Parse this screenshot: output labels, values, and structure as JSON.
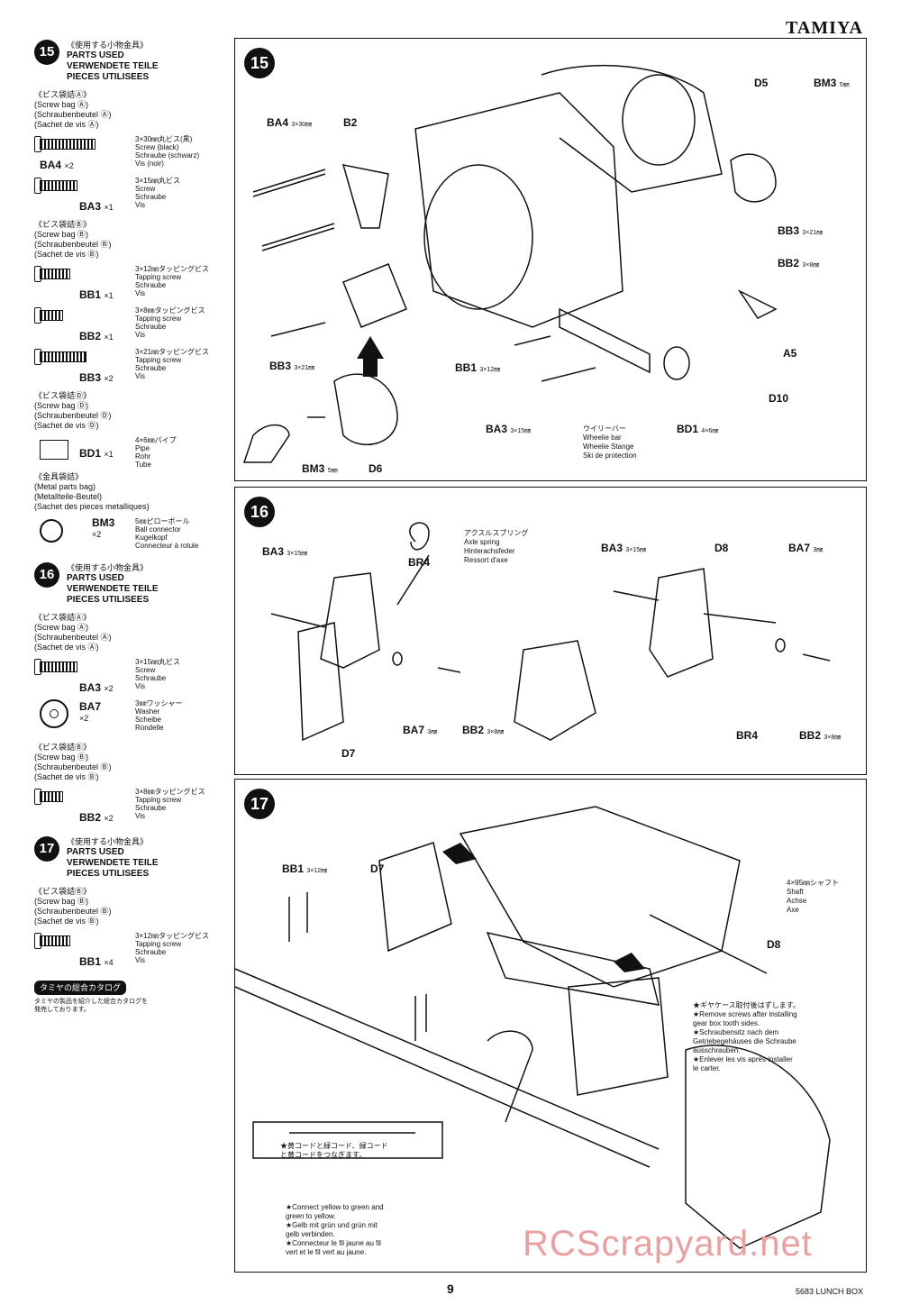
{
  "header": {
    "brand": "TAMIYA"
  },
  "sidebar": {
    "s15": {
      "step": "15",
      "jp": "《使用する小物金具》",
      "en": "PARTS USED",
      "de": "VERWENDETE TEILE",
      "fr": "PIECES UTILISEES",
      "bagA": {
        "jp": "《ビス袋詰Ⓐ》",
        "en": "(Screw bag Ⓐ)",
        "de": "(Schraubenbeutel Ⓐ)",
        "fr": "(Sachet de vis Ⓐ)"
      },
      "ba4": {
        "code": "BA4",
        "qty": "×2",
        "desc": "3×30㎜丸ビス(黒)\nScrew (black)\nSchraube (schwarz)\nVis (noir)"
      },
      "ba3": {
        "code": "BA3",
        "qty": "×1",
        "desc": "3×15㎜丸ビス\nScrew\nSchraube\nVis"
      },
      "bagB": {
        "jp": "《ビス袋詰Ⓑ》",
        "en": "(Screw bag Ⓑ)",
        "de": "(Schraubenbeutel Ⓑ)",
        "fr": "(Sachet de vis Ⓑ)"
      },
      "bb1": {
        "code": "BB1",
        "qty": "×1",
        "desc": "3×12㎜タッピングビス\nTapping screw\nSchraube\nVis"
      },
      "bb2": {
        "code": "BB2",
        "qty": "×1",
        "desc": "3×8㎜タッピングビス\nTapping screw\nSchraube\nVis"
      },
      "bb3": {
        "code": "BB3",
        "qty": "×2",
        "desc": "3×21㎜タッピングビス\nTapping screw\nSchraube\nVis"
      },
      "bagD": {
        "jp": "《ビス袋詰Ⓓ》",
        "en": "(Screw bag Ⓓ)",
        "de": "(Schraubenbeutel Ⓓ)",
        "fr": "(Sachet de vis Ⓓ)"
      },
      "bd1": {
        "code": "BD1",
        "qty": "×1",
        "desc": "4×6㎜パイプ\nPipe\nRohr\nTube"
      },
      "bagM": {
        "jp": "《金具袋詰》",
        "en": "(Metal parts bag)",
        "de": "(Metallteile-Beutel)",
        "fr": "(Sachet des pieces metalliques)"
      },
      "bm3": {
        "code": "BM3",
        "qty": "×2",
        "desc": "5㎜ピローボール\nBall connector\nKugelkopf\nConnecteur à rotule"
      }
    },
    "s16": {
      "step": "16",
      "jp": "《使用する小物金具》",
      "en": "PARTS USED",
      "de": "VERWENDETE TEILE",
      "fr": "PIECES UTILISEES",
      "bagA": {
        "jp": "《ビス袋詰Ⓐ》",
        "en": "(Screw bag Ⓐ)",
        "de": "(Schraubenbeutel Ⓐ)",
        "fr": "(Sachet de vis Ⓐ)"
      },
      "ba3": {
        "code": "BA3",
        "qty": "×2",
        "desc": "3×15㎜丸ビス\nScrew\nSchraube\nVis"
      },
      "ba7": {
        "code": "BA7",
        "qty": "×2",
        "desc": "3㎜ワッシャー\nWasher\nScheibe\nRondelle"
      },
      "bagB": {
        "jp": "《ビス袋詰Ⓑ》",
        "en": "(Screw bag Ⓑ)",
        "de": "(Schraubenbeutel Ⓑ)",
        "fr": "(Sachet de vis Ⓑ)"
      },
      "bb2": {
        "code": "BB2",
        "qty": "×2",
        "desc": "3×8㎜タッピングビス\nTapping screw\nSchraube\nVis"
      }
    },
    "s17": {
      "step": "17",
      "jp": "《使用する小物金具》",
      "en": "PARTS USED",
      "de": "VERWENDETE TEILE",
      "fr": "PIECES UTILISEES",
      "bagB": {
        "jp": "《ビス袋詰Ⓑ》",
        "en": "(Screw bag Ⓑ)",
        "de": "(Schraubenbeutel Ⓑ)",
        "fr": "(Sachet de vis Ⓑ)"
      },
      "bb1": {
        "code": "BB1",
        "qty": "×4",
        "desc": "3×12㎜タッピングビス\nTapping screw\nSchraube\nVis"
      }
    },
    "catalog": {
      "tag": "タミヤの総合カタログ",
      "text": "タミヤの製品を紹介した総合カタログを\n発売しております。"
    }
  },
  "panel15": {
    "step": "15",
    "labels": {
      "ba4": "BA4",
      "ba4_sz": "3×30㎜",
      "b2": "B2",
      "d5": "D5",
      "bm3_top": "BM3",
      "bm3_top_sz": "5㎜",
      "bb3_right": "BB3",
      "bb3_right_sz": "3×21㎜",
      "bb2": "BB2",
      "bb2_sz": "3×8㎜",
      "a5": "A5",
      "d10": "D10",
      "bb3_left": "BB3",
      "bb3_left_sz": "3×21㎜",
      "bb1": "BB1",
      "bb1_sz": "3×12㎜",
      "ba3": "BA3",
      "ba3_sz": "3×15㎜",
      "bd1": "BD1",
      "bd1_sz": "4×6㎜",
      "bm3_bottom": "BM3",
      "bm3_bottom_sz": "5㎜",
      "d6": "D6"
    },
    "wheelie": "ウイリーバー\nWheelie bar\nWheelie Stange\nSki de protection"
  },
  "panel16": {
    "step": "16",
    "labels": {
      "ba3_left": "BA3",
      "ba3_left_sz": "3×15㎜",
      "br4_left": "BR4",
      "ba7_left": "BA7",
      "ba7_left_sz": "3㎜",
      "bb2_left": "BB2",
      "bb2_left_sz": "3×8㎜",
      "d7": "D7",
      "ba3_right": "BA3",
      "ba3_right_sz": "3×15㎜",
      "d8": "D8",
      "ba7_right": "BA7",
      "ba7_right_sz": "3㎜",
      "br4_right": "BR4",
      "bb2_right": "BB2",
      "bb2_right_sz": "3×8㎜"
    },
    "axle_spring": "アクスルスプリング\nAxle spring\nHinterachsfeder\nRessort d'axe"
  },
  "panel17": {
    "step": "17",
    "labels": {
      "bb1": "BB1",
      "bb1_sz": "3×12㎜",
      "d7": "D7",
      "d8": "D8"
    },
    "shaft": "4×95㎜シャフト\nShaft\nAchse\nAxe",
    "gearcase": "★ギヤケース取付後はずします。\n★Remove screws after installing\n  gear box tooth sides.\n★Schraubensitz nach dem\n  Getriebegehäuses die Schraube\n  ausschrauben.\n★Enlever les vis après installer\n  le carter.",
    "cord_jp": "★黄コードと緑コード、緑コード\n  と黄コードをつなぎます。",
    "cord": "★Connect yellow to green and\n  green to yellow.\n★Gelb mit grün und grün mit\n  gelb verbinden.\n★Connecteur le fil jaune au fil\n  vert et le fil vert au jaune."
  },
  "footer": {
    "page": "9",
    "model": "5683 LUNCH BOX"
  },
  "watermark": "RCScrapyard.net"
}
